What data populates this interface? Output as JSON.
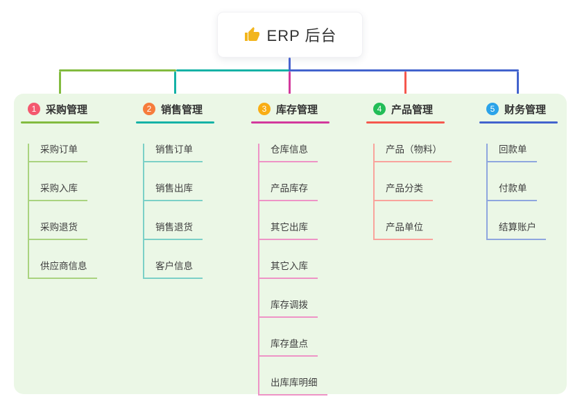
{
  "root": {
    "title": "ERP 后台",
    "icon": "thumbs-up-icon",
    "icon_color": "#f2b51d"
  },
  "colors": {
    "panel_bg": "#ebf7e6",
    "root_stem_blue": "#4a63ce",
    "green": "#82bb3f",
    "teal": "#14b2a6",
    "magenta": "#d2399c",
    "red": "#f5584e",
    "blue": "#4263cd"
  },
  "branches": [
    {
      "index": "1",
      "title": "采购管理",
      "badge_color": "#f4586e",
      "line_color": "#82bb3f",
      "light_color": "#a9d37f",
      "children": [
        "采购订单",
        "采购入库",
        "采购退货",
        "供应商信息"
      ]
    },
    {
      "index": "2",
      "title": "销售管理",
      "badge_color": "#f67c3c",
      "line_color": "#14b2a6",
      "light_color": "#7bd0c7",
      "children": [
        "销售订单",
        "销售出库",
        "销售退货",
        "客户信息"
      ]
    },
    {
      "index": "3",
      "title": "库存管理",
      "badge_color": "#f9ad14",
      "line_color": "#d2399c",
      "light_color": "#ee93c6",
      "children": [
        "仓库信息",
        "产品库存",
        "其它出库",
        "其它入库",
        "库存调拨",
        "库存盘点",
        "出库库明细"
      ]
    },
    {
      "index": "4",
      "title": "产品管理",
      "badge_color": "#22bd57",
      "line_color": "#f5584e",
      "light_color": "#f9a39c",
      "children": [
        "产品（物料）",
        "产品分类",
        "产品单位"
      ]
    },
    {
      "index": "5",
      "title": "财务管理",
      "badge_color": "#2ba3e9",
      "line_color": "#4263cd",
      "light_color": "#8ea6de",
      "children": [
        "回款单",
        "付款单",
        "结算账户"
      ]
    }
  ]
}
